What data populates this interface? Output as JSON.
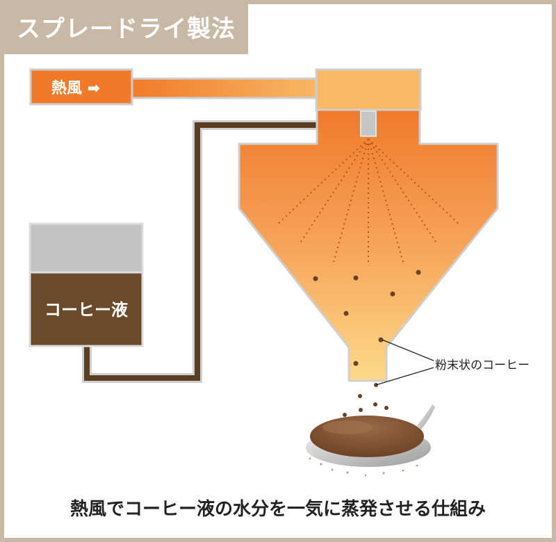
{
  "title": "スプレードライ製法",
  "labels": {
    "hot_air": "熱風 ➡",
    "coffee_liquid": "コーヒー液",
    "powder": "粉末状のコーヒー"
  },
  "caption": "熱風でコーヒー液の水分を一気に蒸発させる仕組み",
  "colors": {
    "frame": "#c8b8a6",
    "hot_air": "#f07a2a",
    "pipe": "#5a3e22",
    "liquid_tank": "#6b4a2c",
    "tank_top": "#c2c2c2",
    "chamber_top": "#f07a2a",
    "chamber_bottom": "#fdd577"
  },
  "icons": [
    "right-arrow-icon",
    "spray-nozzle-icon",
    "spoon-icon"
  ]
}
